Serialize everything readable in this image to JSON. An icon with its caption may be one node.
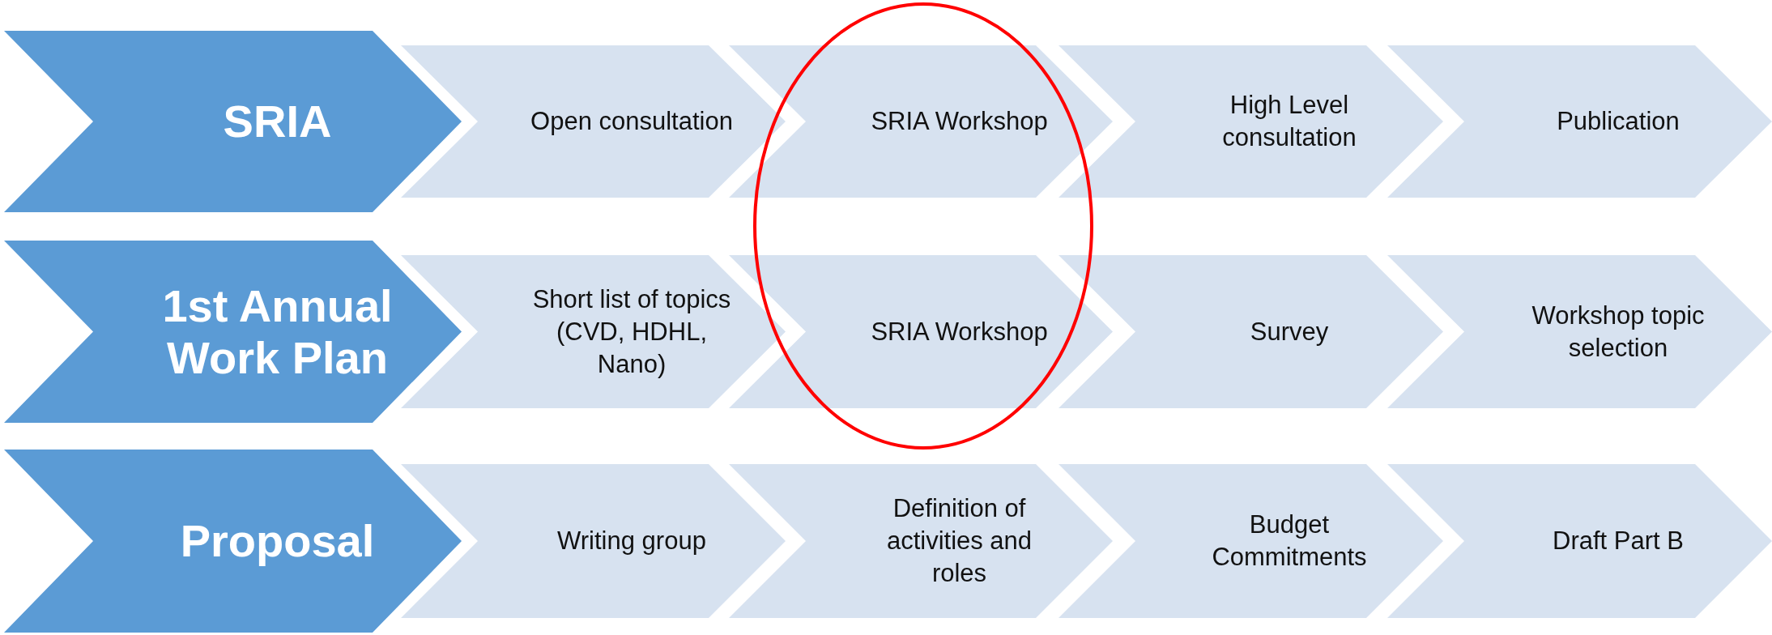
{
  "diagram": {
    "nodes": [
      {
        "text": [
          "SRIA"
        ]
      },
      {
        "text": [
          "Open consultation"
        ]
      },
      {
        "text": [
          "SRIA Workshop"
        ]
      },
      {
        "text": [
          "High Level consultation"
        ]
      },
      {
        "text": [
          "Publication"
        ]
      },
      {
        "text": [
          "1st Annual Work Plan"
        ]
      },
      {
        "text": [
          "Short list of topics (CVD, HDHL, Nano)"
        ]
      },
      {
        "text": [
          "SRIA Workshop"
        ]
      },
      {
        "text": [
          "Survey"
        ]
      },
      {
        "text": [
          "Workshop topic selection"
        ]
      },
      {
        "text": [
          "Proposal"
        ]
      },
      {
        "text": [
          "Writing group"
        ]
      },
      {
        "text": [
          "Definition of activities and roles"
        ]
      },
      {
        "text": [
          "Budget Commitments"
        ]
      },
      {
        "text": [
          "Draft Part B"
        ]
      }
    ]
  }
}
